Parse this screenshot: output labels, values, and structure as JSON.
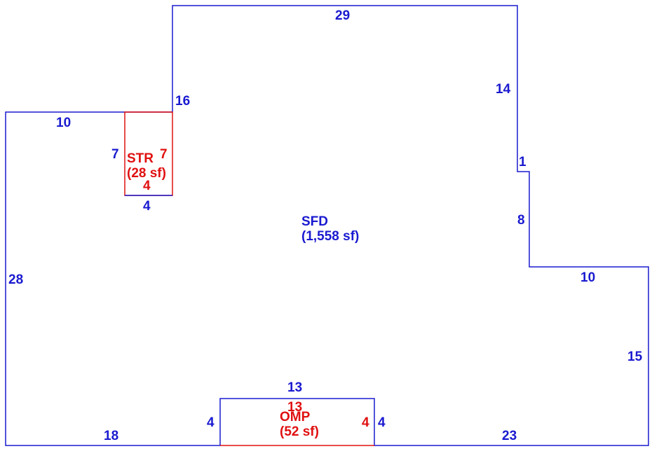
{
  "colors": {
    "main_outline": "#1a1ad0",
    "addon_outline": "#e01010"
  },
  "sfd": {
    "name": "SFD",
    "area": "(1,558 sf)",
    "dims": {
      "top": "29",
      "right_upper": "14",
      "step": "1",
      "right_mid": "8",
      "ledge": "10",
      "right_lower": "15",
      "bottom_right": "23",
      "omp_right": "4",
      "omp_top": "13",
      "omp_left": "4",
      "bottom_left": "18",
      "left": "28",
      "top_left": "10",
      "str_left": "7",
      "str_bottom": "4",
      "upper_left": "16"
    }
  },
  "str": {
    "name": "STR",
    "area": "(28 sf)",
    "dims": {
      "right": "7",
      "bottom": "4"
    }
  },
  "omp": {
    "name": "OMP",
    "area": "(52 sf)",
    "dims": {
      "top": "13",
      "right": "4"
    }
  }
}
